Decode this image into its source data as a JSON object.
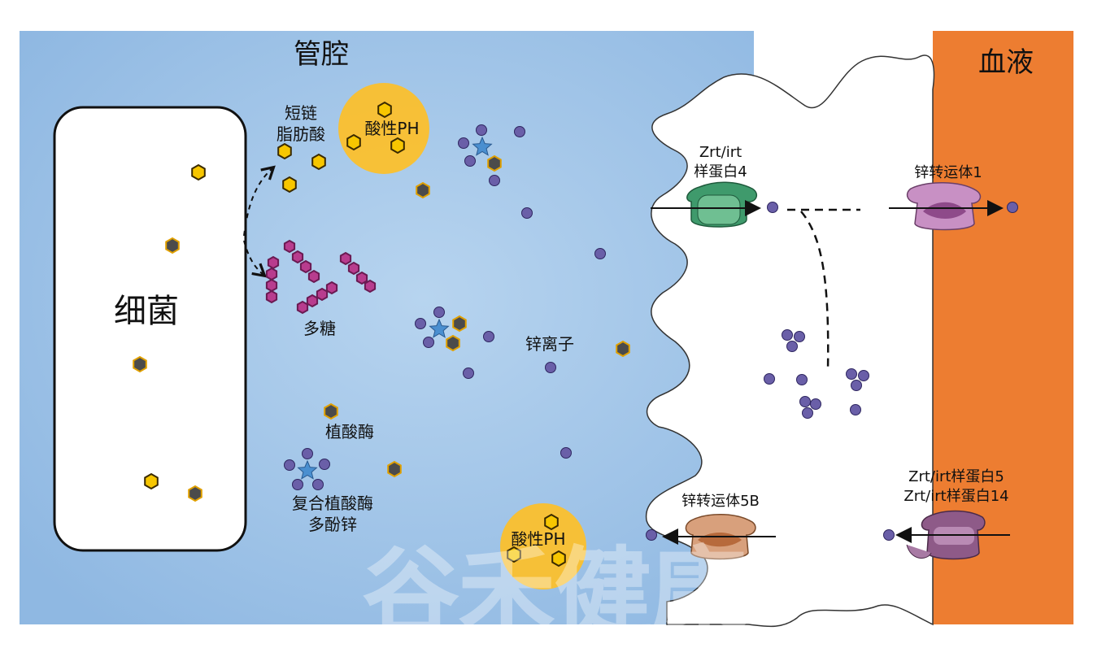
{
  "regions": {
    "lumen_label": "管腔",
    "blood_label": "血液",
    "bacteria_label": "细菌"
  },
  "labels": {
    "scfa_line1": "短链",
    "scfa_line2": "脂肪酸",
    "acid_ph_top": "酸性PH",
    "acid_ph_bottom": "酸性PH",
    "polysaccharide": "多糖",
    "zinc_ion": "锌离子",
    "phytase": "植酸酶",
    "complex_line1": "复合植酸酶",
    "complex_line2": "多酚锌",
    "zip4_line1": "Zrt/irt",
    "zip4_line2": "样蛋白4",
    "znt1": "锌转运体1",
    "znt5b": "锌转运体5B",
    "zip5_line1": "Zrt/irt样蛋白5",
    "zip5_line2": "Zrt/irt样蛋白14"
  },
  "watermark": "谷禾健康",
  "colors": {
    "lumen": "#9fc3e6",
    "blood": "#ed7d31",
    "cell": "#ffffff",
    "acid_ph": "#fbc02d",
    "zinc": "#6a5fa8",
    "polysaccharide": "#b83c8e",
    "zip4": "#3f9a6c",
    "znt1": "#c890c4",
    "znt5b": "#d8a07c",
    "zip5": "#8e5a88",
    "scfa": "#f7c600",
    "phytate": "#4b4b4b"
  }
}
